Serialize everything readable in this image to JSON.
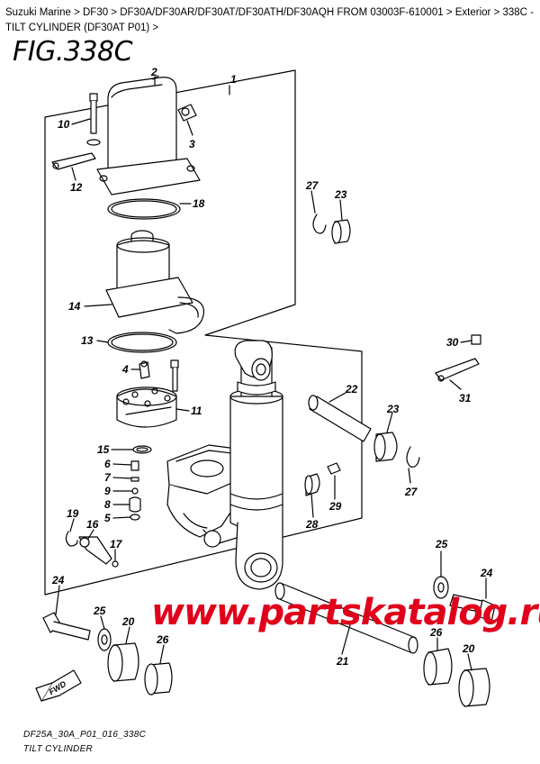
{
  "breadcrumb": {
    "items": [
      "Suzuki Marine",
      "DF30",
      "DF30A/DF30AR/DF30AT/DF30ATH/DF30AQH FROM 03003F-610001",
      "Exterior",
      "338C - TILT CYLINDER (DF30AT P01)"
    ],
    "separator": " > ",
    "trailing": " >"
  },
  "figure": {
    "title": "FIG.338C",
    "code": "DF25A_30A_P01_016_338C",
    "caption": "TILT CYLINDER",
    "fwd_label": "FWD"
  },
  "watermark": "www.partskatalog.ru",
  "callouts": [
    "1",
    "2",
    "3",
    "10",
    "12",
    "18",
    "27",
    "23",
    "14",
    "13",
    "4",
    "11",
    "30",
    "31",
    "22",
    "23",
    "15",
    "6",
    "7",
    "9",
    "8",
    "5",
    "27",
    "29",
    "28",
    "19",
    "16",
    "17",
    "24",
    "25",
    "20",
    "26",
    "25",
    "24",
    "26",
    "20",
    "21"
  ]
}
